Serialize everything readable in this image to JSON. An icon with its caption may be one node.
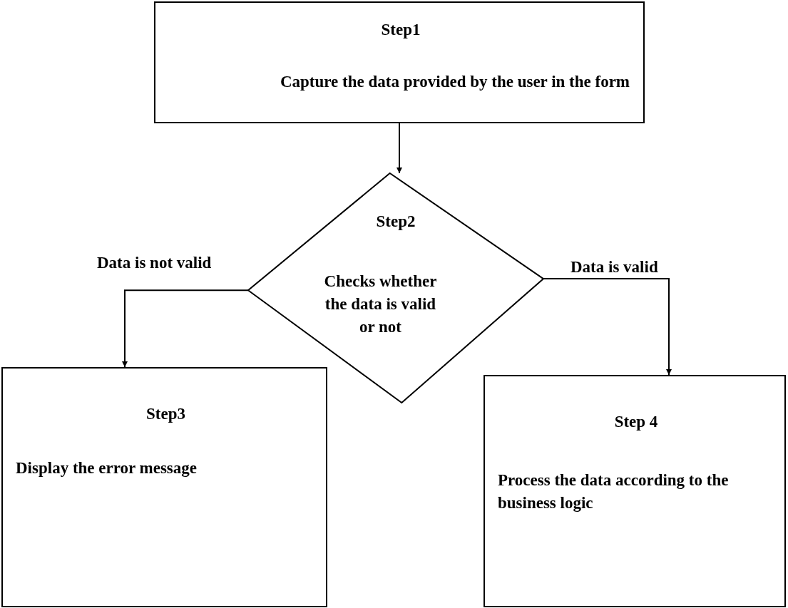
{
  "diagram": {
    "nodes": [
      {
        "text": [
          "Step1",
          "Capture the data provided by the user in the form"
        ]
      },
      {
        "text": [
          "Step2",
          "Checks whether the data is valid or not"
        ]
      },
      {
        "text": [
          "Step3",
          "Display the error message"
        ]
      },
      {
        "text": [
          "Step 4",
          "Process the data according to the business logic"
        ]
      }
    ],
    "edges": [
      {
        "from": 0,
        "to": 1,
        "arrow": "to"
      },
      {
        "from": 1,
        "to": 2,
        "arrow": "to",
        "label": "Data is not valid"
      },
      {
        "from": 1,
        "to": 3,
        "arrow": "to",
        "label": "Data is valid"
      }
    ]
  }
}
